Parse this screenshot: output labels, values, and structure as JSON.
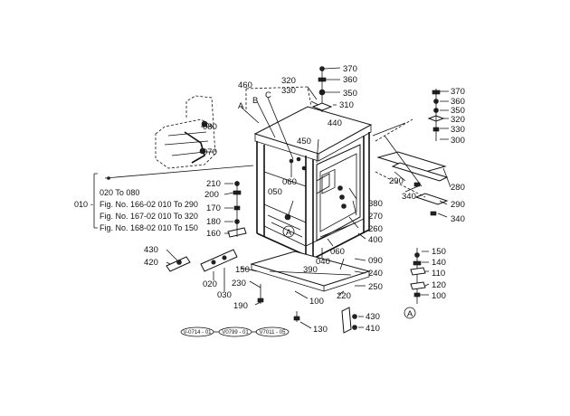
{
  "diagram": {
    "part_labels": [
      {
        "id": "p370a",
        "text": "370"
      },
      {
        "id": "p360a",
        "text": "360"
      },
      {
        "id": "p350a",
        "text": "350"
      },
      {
        "id": "p320a",
        "text": "320"
      },
      {
        "id": "p330a",
        "text": "330"
      },
      {
        "id": "p310",
        "text": "310"
      },
      {
        "id": "p460",
        "text": "460"
      },
      {
        "id": "pA",
        "text": "A"
      },
      {
        "id": "pB",
        "text": "B"
      },
      {
        "id": "pC",
        "text": "C"
      },
      {
        "id": "p440",
        "text": "440"
      },
      {
        "id": "p450",
        "text": "450"
      },
      {
        "id": "p080",
        "text": "080"
      },
      {
        "id": "p070",
        "text": "070"
      },
      {
        "id": "p370b",
        "text": "370"
      },
      {
        "id": "p360b",
        "text": "360"
      },
      {
        "id": "p350b",
        "text": "350"
      },
      {
        "id": "p320b",
        "text": "320"
      },
      {
        "id": "p330b",
        "text": "330"
      },
      {
        "id": "p300",
        "text": "300"
      },
      {
        "id": "p280",
        "text": "280"
      },
      {
        "id": "p290a",
        "text": "290"
      },
      {
        "id": "p290b",
        "text": "290"
      },
      {
        "id": "p340a",
        "text": "340"
      },
      {
        "id": "p340b",
        "text": "340"
      },
      {
        "id": "p210",
        "text": "210"
      },
      {
        "id": "p200",
        "text": "200"
      },
      {
        "id": "p170",
        "text": "170"
      },
      {
        "id": "p180",
        "text": "180"
      },
      {
        "id": "p160",
        "text": "160"
      },
      {
        "id": "p060a",
        "text": "060"
      },
      {
        "id": "p050",
        "text": "050"
      },
      {
        "id": "p380",
        "text": "380"
      },
      {
        "id": "p270",
        "text": "270"
      },
      {
        "id": "p260",
        "text": "260"
      },
      {
        "id": "p400",
        "text": "400"
      },
      {
        "id": "p060b",
        "text": "060"
      },
      {
        "id": "p040",
        "text": "040"
      },
      {
        "id": "p390",
        "text": "390"
      },
      {
        "id": "p090",
        "text": "090"
      },
      {
        "id": "p240",
        "text": "240"
      },
      {
        "id": "p250",
        "text": "250"
      },
      {
        "id": "p220",
        "text": "220"
      },
      {
        "id": "p430",
        "text": "430"
      },
      {
        "id": "p420",
        "text": "420"
      },
      {
        "id": "p020",
        "text": "020"
      },
      {
        "id": "p030",
        "text": "030"
      },
      {
        "id": "p150a",
        "text": "150"
      },
      {
        "id": "p230",
        "text": "230"
      },
      {
        "id": "p100a",
        "text": "100"
      },
      {
        "id": "p190",
        "text": "190"
      },
      {
        "id": "p130",
        "text": "130"
      },
      {
        "id": "p430b",
        "text": "430"
      },
      {
        "id": "p410",
        "text": "410"
      },
      {
        "id": "p150b",
        "text": "150"
      },
      {
        "id": "p140",
        "text": "140"
      },
      {
        "id": "p110",
        "text": "110"
      },
      {
        "id": "p120",
        "text": "120"
      },
      {
        "id": "p100b",
        "text": "100"
      }
    ],
    "detail_markers": [
      {
        "id": "m1",
        "text": "A"
      },
      {
        "id": "m2",
        "text": "A"
      }
    ],
    "figure_note": {
      "ref": "010",
      "lines": [
        "020 To 080",
        "Fig. No. 166-02 010 To 290",
        "Fig. No. 167-02 010 To 320",
        "Fig. No. 168-02 010 To 150"
      ]
    },
    "reference_tags": [
      {
        "id": "r1",
        "text": "V-0714 - 01"
      },
      {
        "id": "r2",
        "text": "V0799 - 01"
      },
      {
        "id": "r3",
        "text": "V7011 - 05"
      }
    ]
  }
}
